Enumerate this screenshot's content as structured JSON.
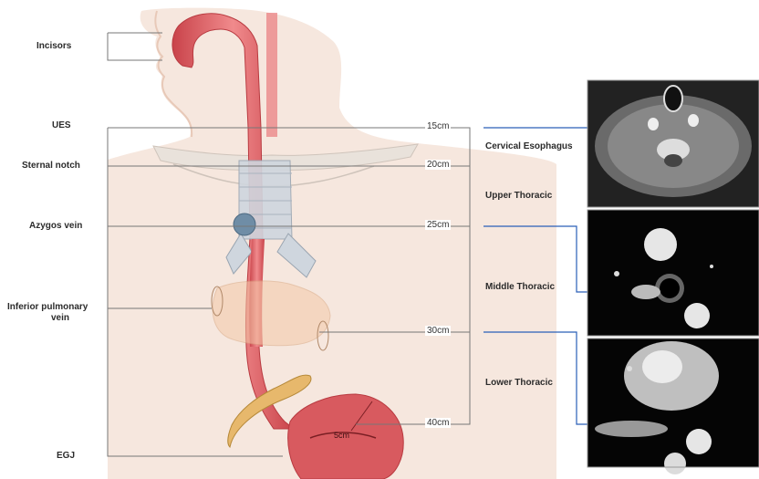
{
  "landmarks": {
    "incisors": "Incisors",
    "ues": "UES",
    "sternal_notch": "Sternal notch",
    "azygos_vein": "Azygos vein",
    "inferior_pulmonary_vein_line1": "Inferior pulmonary",
    "inferior_pulmonary_vein_line2": "vein",
    "egj": "EGJ"
  },
  "distances": {
    "d15": "15cm",
    "d20": "20cm",
    "d25": "25cm",
    "d30": "30cm",
    "d40": "40cm",
    "hernia": "5cm"
  },
  "segments": {
    "cervical": "Cervical Esophagus",
    "upper": "Upper Thoracic",
    "middle": "Middle Thoracic",
    "lower": "Lower Thoracic"
  },
  "colors": {
    "esophagus": "#d9565a",
    "skin": "#f5e6dc",
    "leader_blue": "#2a5fb8",
    "leader_gray": "#777777"
  }
}
